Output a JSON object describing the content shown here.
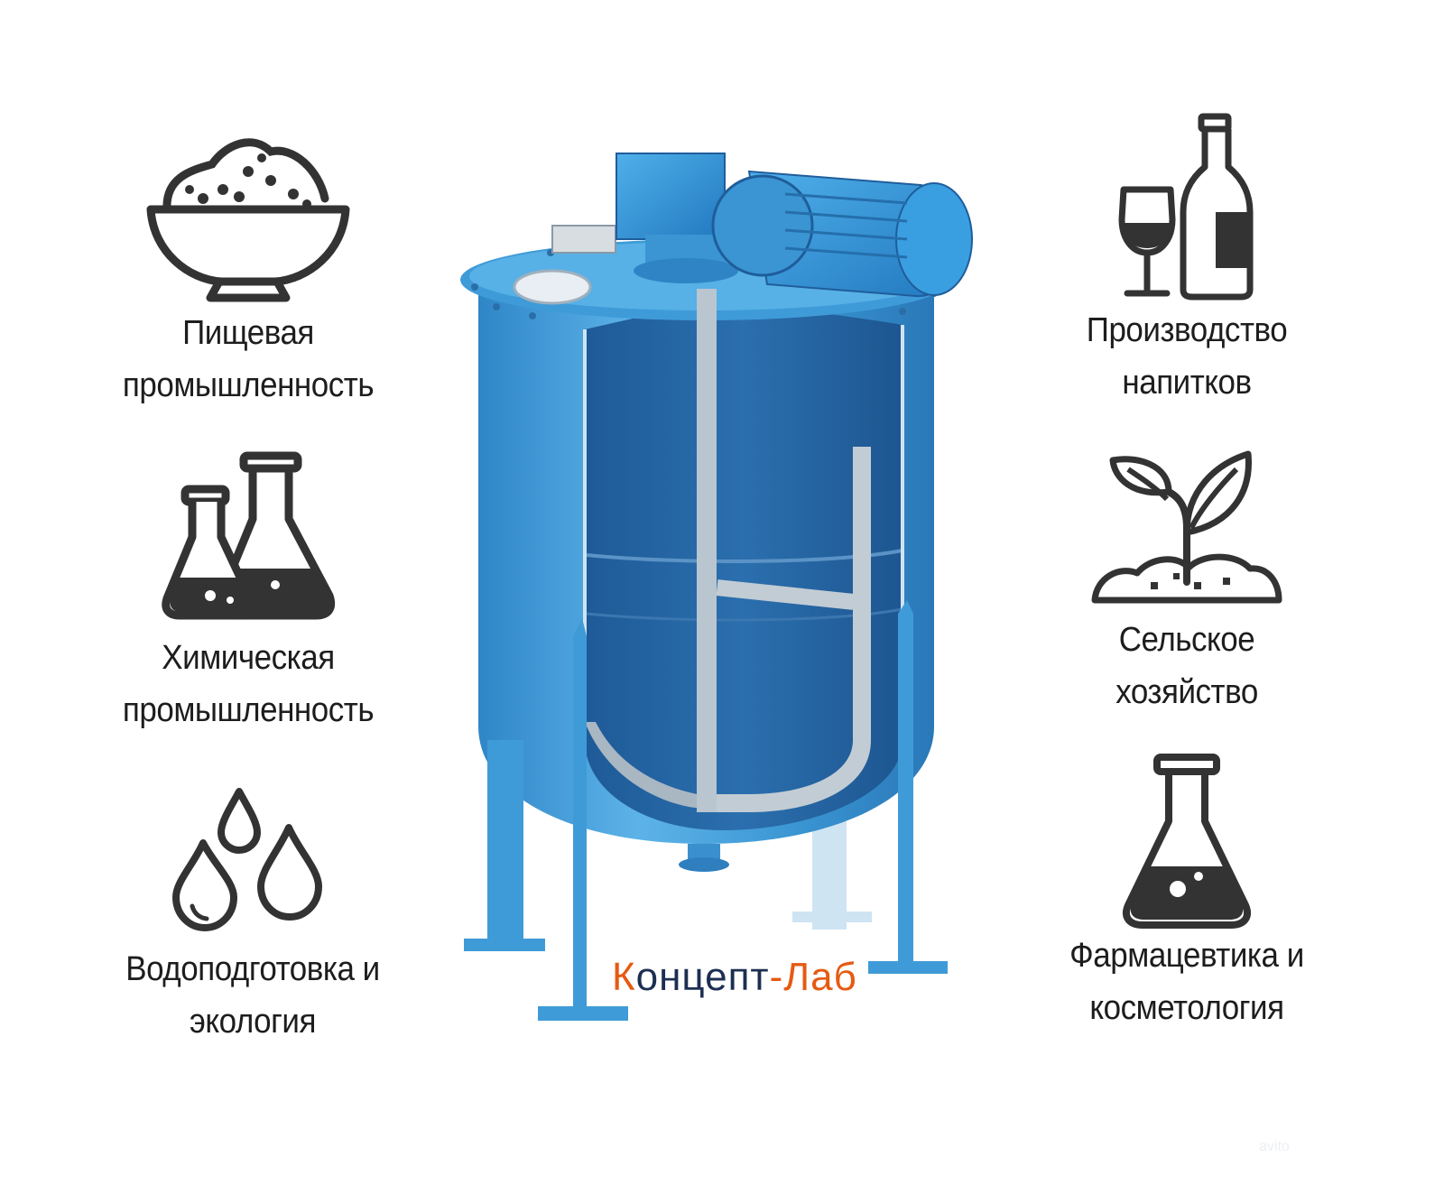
{
  "left_items": [
    {
      "icon": "bowl-icon",
      "line1": "Пищевая",
      "line2": "промышленность"
    },
    {
      "icon": "chemical-flasks-icon",
      "line1": "Химическая",
      "line2": "промышленность"
    },
    {
      "icon": "water-drops-icon",
      "line1": "Водоподготовка и",
      "line2": "экология"
    }
  ],
  "right_items": [
    {
      "icon": "wine-bottle-icon",
      "line1": "Производство",
      "line2": "напитков"
    },
    {
      "icon": "sprout-icon",
      "line1": "Сельское",
      "line2": "хозяйство"
    },
    {
      "icon": "lab-flask-icon",
      "line1": "Фармацевтика и",
      "line2": "косметология"
    }
  ],
  "brand": {
    "k": "К",
    "part1": "онцепт",
    "part2": "-Лаб"
  },
  "watermark": "avito",
  "colors": {
    "tank_blue": "#3a95d2",
    "tank_dark": "#1f5d9b",
    "brand_orange": "#e65a12",
    "icon_stroke": "#333333"
  }
}
